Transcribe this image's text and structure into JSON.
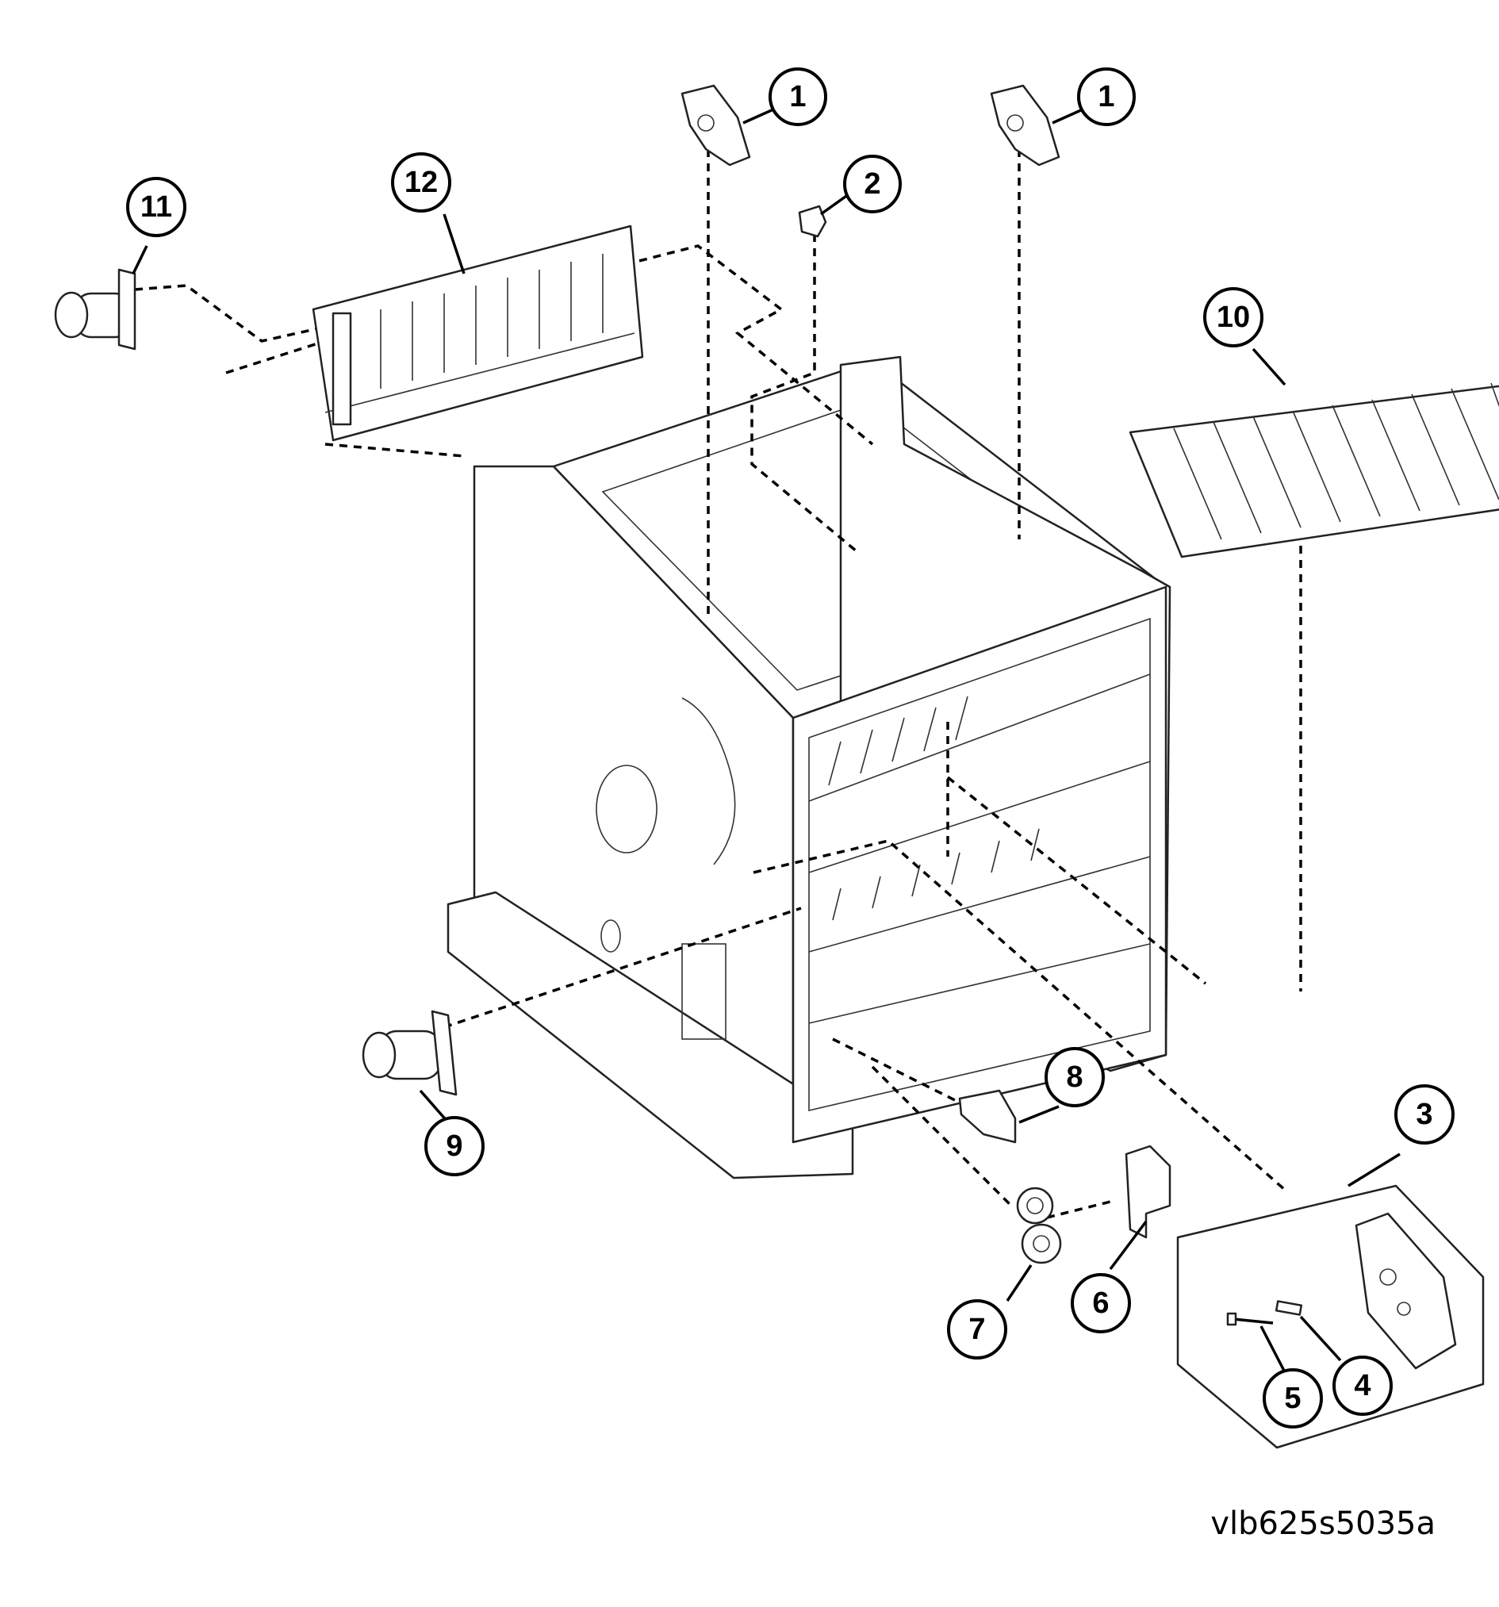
{
  "figure_id": "vlb625s5035a",
  "callouts": [
    {
      "id": "c1a",
      "label": "1"
    },
    {
      "id": "c1b",
      "label": "1"
    },
    {
      "id": "c2",
      "label": "2"
    },
    {
      "id": "c3",
      "label": "3"
    },
    {
      "id": "c4",
      "label": "4"
    },
    {
      "id": "c5",
      "label": "5"
    },
    {
      "id": "c6",
      "label": "6"
    },
    {
      "id": "c7",
      "label": "7"
    },
    {
      "id": "c8",
      "label": "8"
    },
    {
      "id": "c9",
      "label": "9"
    },
    {
      "id": "c10",
      "label": "10"
    },
    {
      "id": "c11",
      "label": "11"
    },
    {
      "id": "c12",
      "label": "12"
    }
  ],
  "colors": {
    "line": "#000000",
    "background": "#ffffff"
  }
}
